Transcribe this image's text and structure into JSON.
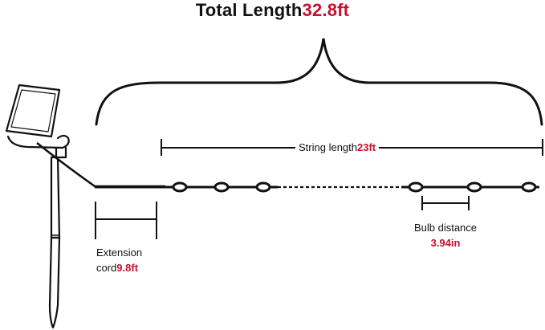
{
  "title": {
    "text": "Total Length",
    "value": "32.8ft"
  },
  "string_length": {
    "text": "String length",
    "value": "23ft"
  },
  "extension_cord": {
    "line1": "Extension",
    "line2": "cord",
    "value": "9.8ft"
  },
  "bulb_distance": {
    "text": "Bulb distance",
    "value": "3.94in"
  },
  "colors": {
    "line": "#111111",
    "accent": "#c8102e"
  },
  "icons": [
    "solar-panel-stake-icon",
    "bulb-icon"
  ]
}
